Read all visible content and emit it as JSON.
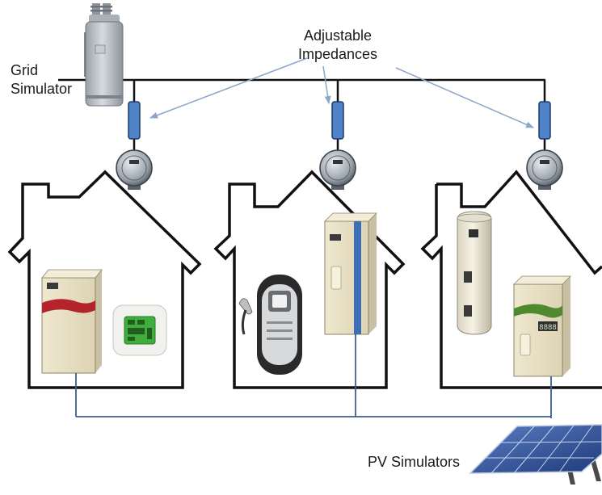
{
  "labels": {
    "grid_line1": "Grid",
    "grid_line2": "Simulator",
    "impedance_line1": "Adjustable",
    "impedance_line2": "Impedances",
    "pv": "PV Simulators"
  },
  "colors": {
    "wire": "#111111",
    "dc_wire": "#3d5e8e",
    "house_outline": "#111111",
    "impedance": "#4f82c6",
    "arrow": "#8aa6c8",
    "cabinet": "#e7dfc4",
    "stripe_red": "#b3252a",
    "stripe_green": "#4f8a2e",
    "stripe_blue": "#3c6fb7",
    "solar_panel": "#2c4f96"
  },
  "icons": [
    "pole-transformer-icon",
    "impedance-icon",
    "electric-meter-icon",
    "inverter-cabinet-icon",
    "thermostat-icon",
    "ev-charger-icon",
    "water-heater-icon",
    "solar-panel-icon"
  ]
}
